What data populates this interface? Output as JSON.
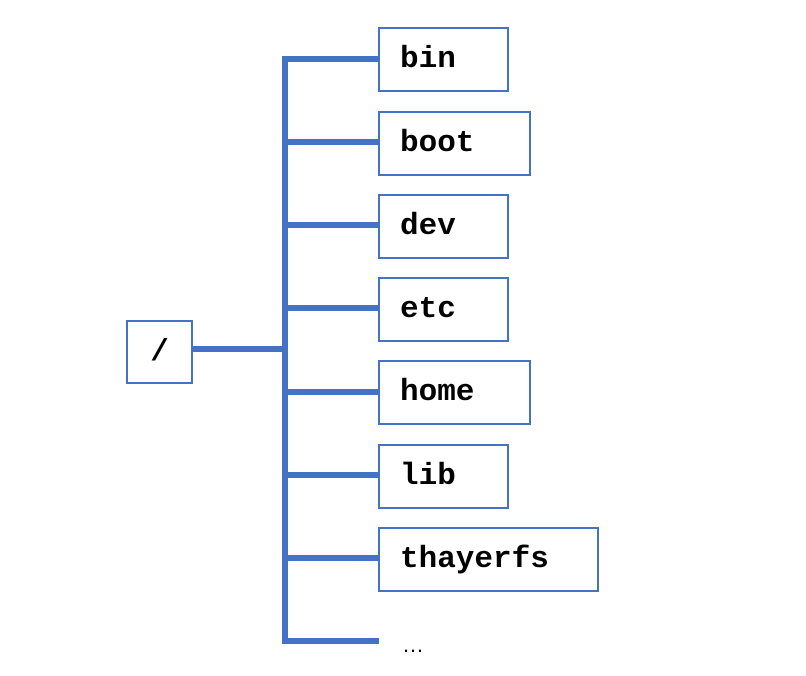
{
  "colors": {
    "line": "#4472C4",
    "box_border": "#4472C4",
    "text": "#000000"
  },
  "root": {
    "label": "/"
  },
  "children": [
    {
      "label": "bin"
    },
    {
      "label": "boot"
    },
    {
      "label": "dev"
    },
    {
      "label": "etc"
    },
    {
      "label": "home"
    },
    {
      "label": "lib"
    },
    {
      "label": "thayerfs"
    }
  ],
  "more_indicator": "…"
}
